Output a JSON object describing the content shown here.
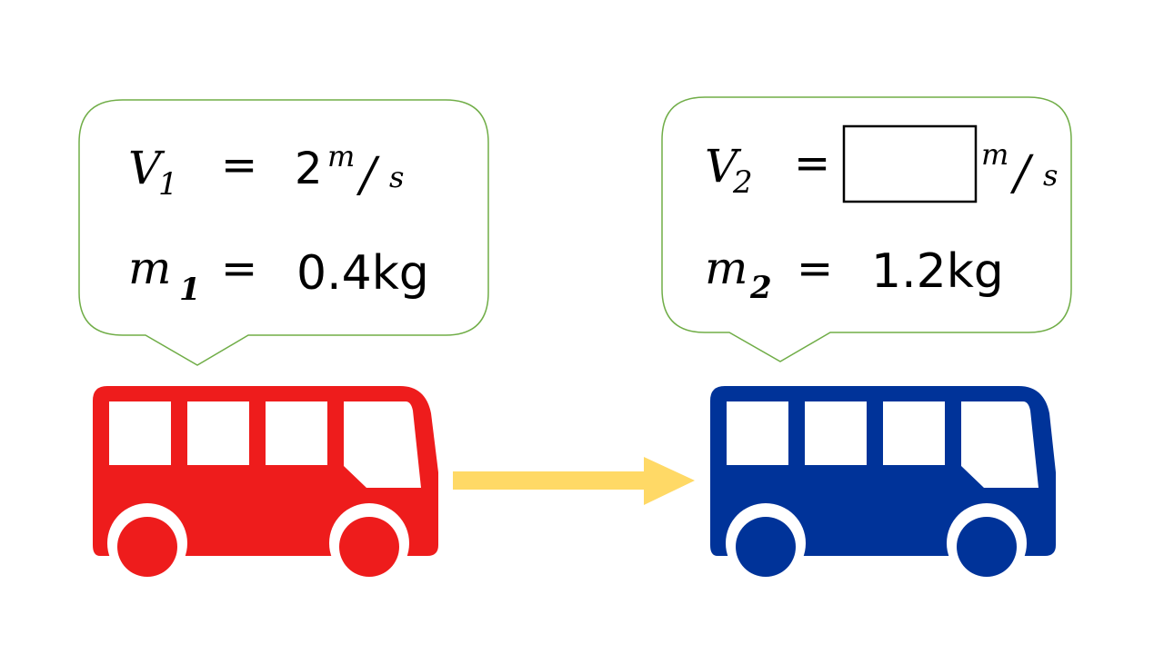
{
  "colors": {
    "bubble_border": "#70ad47",
    "bus_left": "#ee1c1c",
    "bus_right": "#003399",
    "arrow": "#ffd966",
    "window": "#ffffff"
  },
  "left": {
    "velocity": {
      "symbol": "V",
      "subscript": "1",
      "equals": "=",
      "value": "2",
      "unit_num": "m",
      "unit_slash": "/",
      "unit_den": "s"
    },
    "mass": {
      "symbol": "m",
      "subscript": "1",
      "equals": "=",
      "value": "0.4kg"
    }
  },
  "right": {
    "velocity": {
      "symbol": "V",
      "subscript": "2",
      "equals": "=",
      "value": "",
      "unit_num": "m",
      "unit_slash": "/",
      "unit_den": "s"
    },
    "mass": {
      "symbol": "m",
      "subscript": "2",
      "equals": "=",
      "value": "1.2kg"
    }
  },
  "arrow": {
    "direction": "right"
  },
  "icons": {
    "left_bus": "bus-icon",
    "right_bus": "bus-icon",
    "arrow": "right-arrow-icon"
  }
}
